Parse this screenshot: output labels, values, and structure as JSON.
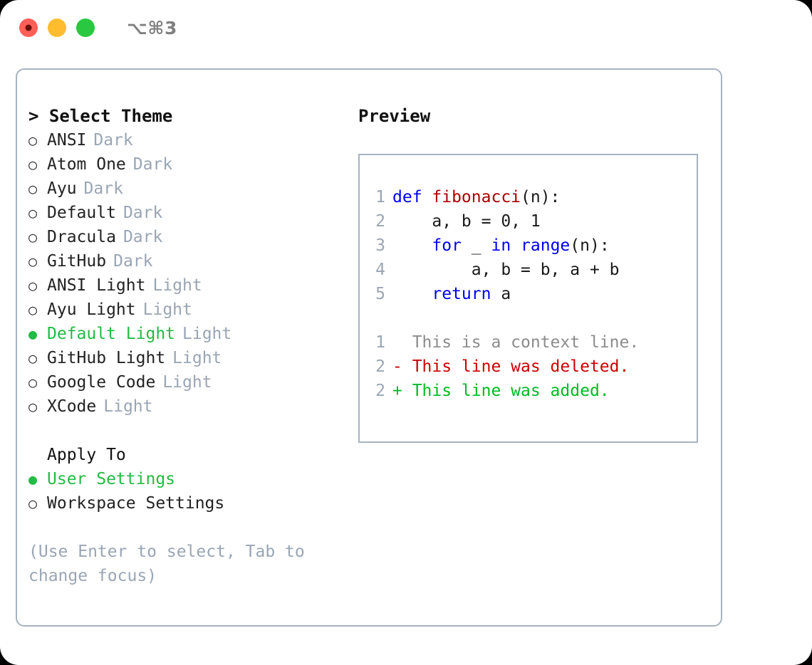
{
  "titlebar": {
    "shortcut": "⌥⌘3",
    "buttons": [
      {
        "name": "close",
        "color": "#ff5f57"
      },
      {
        "name": "minimize",
        "color": "#febc2e"
      },
      {
        "name": "maximize",
        "color": "#28c840"
      }
    ]
  },
  "theme_picker": {
    "heading": "> Select Theme",
    "marker_unselected": "○",
    "marker_selected": "●",
    "selected_color": "#22bb44",
    "tag_color": "#9aa5b4",
    "items": [
      {
        "label": "ANSI",
        "tag": "Dark",
        "selected": false
      },
      {
        "label": "Atom One",
        "tag": "Dark",
        "selected": false
      },
      {
        "label": "Ayu",
        "tag": "Dark",
        "selected": false
      },
      {
        "label": "Default",
        "tag": "Dark",
        "selected": false
      },
      {
        "label": "Dracula",
        "tag": "Dark",
        "selected": false
      },
      {
        "label": "GitHub",
        "tag": "Dark",
        "selected": false
      },
      {
        "label": "ANSI Light",
        "tag": "Light",
        "selected": false
      },
      {
        "label": "Ayu Light",
        "tag": "Light",
        "selected": false
      },
      {
        "label": "Default Light",
        "tag": "Light",
        "selected": true
      },
      {
        "label": "GitHub Light",
        "tag": "Light",
        "selected": false
      },
      {
        "label": "Google Code",
        "tag": "Light",
        "selected": false
      },
      {
        "label": "XCode",
        "tag": "Light",
        "selected": false
      }
    ]
  },
  "apply_to": {
    "heading": "Apply To",
    "items": [
      {
        "label": "User Settings",
        "selected": true
      },
      {
        "label": "Workspace Settings",
        "selected": false
      }
    ]
  },
  "hint": "(Use Enter to select, Tab to change focus)",
  "preview": {
    "title": "Preview",
    "code": [
      {
        "num": "1",
        "tokens": [
          {
            "t": "def ",
            "c": "kw"
          },
          {
            "t": "fibonacci",
            "c": "fn"
          },
          {
            "t": "(n):",
            "c": "plain"
          }
        ]
      },
      {
        "num": "2",
        "tokens": [
          {
            "t": "    a, b = 0, 1",
            "c": "plain"
          }
        ]
      },
      {
        "num": "3",
        "tokens": [
          {
            "t": "    ",
            "c": "plain"
          },
          {
            "t": "for",
            "c": "kw"
          },
          {
            "t": " _ ",
            "c": "plain"
          },
          {
            "t": "in",
            "c": "kw"
          },
          {
            "t": " ",
            "c": "plain"
          },
          {
            "t": "range",
            "c": "kw"
          },
          {
            "t": "(n):",
            "c": "plain"
          }
        ]
      },
      {
        "num": "4",
        "tokens": [
          {
            "t": "        a, b = b, a + b",
            "c": "plain"
          }
        ]
      },
      {
        "num": "5",
        "tokens": [
          {
            "t": "    ",
            "c": "plain"
          },
          {
            "t": "return",
            "c": "kw"
          },
          {
            "t": " a",
            "c": "plain"
          }
        ]
      }
    ],
    "diff": [
      {
        "num": "1",
        "kind": "ctx",
        "text": "  This is a context line."
      },
      {
        "num": "2",
        "kind": "del",
        "text": "- This line was deleted."
      },
      {
        "num": "2",
        "kind": "add",
        "text": "+ This line was added."
      }
    ],
    "colors": {
      "keyword": "#0000ee",
      "function": "#aa0000",
      "text": "#1a1a1a",
      "line_number": "#9aa5b4",
      "diff_context": "#8c8c8c",
      "diff_deleted": "#cc0000",
      "diff_added": "#00bb22"
    }
  }
}
